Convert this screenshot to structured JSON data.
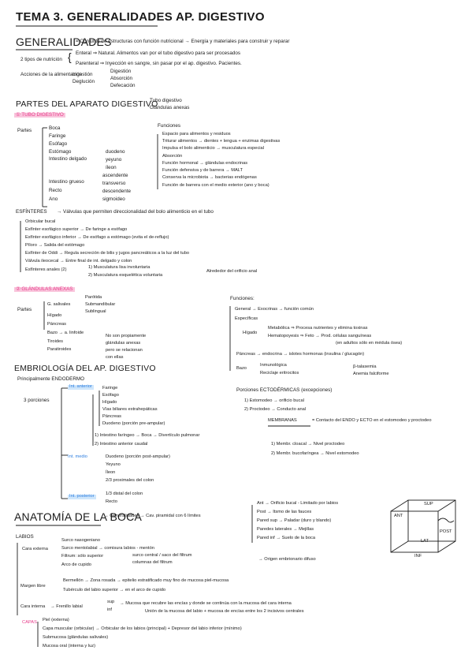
{
  "title": "TEMA 3. GENERALIDADES AP. DIGESTIVO",
  "generalidades": {
    "heading": "GENERALIDADES",
    "def": "= Conjunto de estructuras con función nutricional → Energía y materiales para construir y reparar",
    "tipos_label": "2 tipos de nutrición",
    "enteral": "Enteral ⇒ Natural. Alimentos van por el tubo digestivo para ser procesados",
    "parenteral": "Parenteral ⇒ Inyección en sangre, sin pasar por el ap. digestivo. Pacientes.",
    "acciones_label": "Acciones de la alimentación",
    "ingestion": "Ingestión",
    "deglucion": "Deglución",
    "digestion": "Digestión",
    "absorcion": "Absorción",
    "defecacion": "Defecación"
  },
  "partes": {
    "heading": "PARTES DEL APARATO DIGESTIVO",
    "tubo": "Tubo digestivo",
    "glandulas": "Glándulas anexas"
  },
  "tubo": {
    "heading": "① TUBO DIGESTIVO",
    "partes_label": "Partes",
    "items": [
      "Boca",
      "Faringe",
      "Esófago",
      "Estómago",
      "Intestino delgado",
      "Intestino grueso",
      "Recto",
      "Ano"
    ],
    "delgado": [
      "duodeno",
      "yeyuno",
      "íleon"
    ],
    "grueso": [
      "ascendente",
      "transverso",
      "descendente",
      "sigmoideo"
    ],
    "funciones_label": "Funciones",
    "funciones": [
      "Espacio para alimentos y residuos",
      "Triturar alimentos → dientes + lengua + enzimas digestivas",
      "Impulsa el bolo alimenticio → musculatura especial",
      "Absorción",
      "Función hormonal → glándulas endocrinas",
      "Función defensiva y de barrera → MALT",
      "Conserva la microbiota → bacterias endógenas",
      "Función de barrera con el medio exterior (ano y boca)"
    ]
  },
  "esfinteres": {
    "label": "ESFÍNTERES",
    "def": "→ Válvulas que permiten direccionalidad del bolo alimenticio en el tubo",
    "items": [
      "Orbicular bucal",
      "Esfínter esofágico superior → De faringe a esófago",
      "Esfínter esofágico inferior → De esófago a estómago (evita el de-reflujo)",
      "Píloro → Salida del estómago",
      "Esfínter de Oddi → Regula secreción de bilis y jugos pancreáticos a la luz del tubo",
      "Válvula ileocecal → Entre final de int. delgado y colon",
      "Esfínteres anales (2)"
    ],
    "anales": [
      "1) Musculatura lisa involuntaria",
      "2) Musculatura esquelética voluntaria"
    ],
    "anales_end": "Alrededor del orificio anal"
  },
  "glandulas": {
    "heading": "② GLÁNDULAS ANEXAS",
    "partes_label": "Partes",
    "salivales": "G. salivales",
    "salivales_list": [
      "Parótida",
      "Submandibular",
      "Sublingual"
    ],
    "items": [
      "Hígado",
      "Páncreas",
      "Bazo → a. linfoide",
      "Tiroides",
      "Paratiroides"
    ],
    "nota": [
      "No son propiamente",
      "glándulas anexas",
      "pero se relacionan",
      "con ellas"
    ],
    "funciones_label": "Funciones:",
    "general": "General → Exocrinas → función común",
    "especificas": "Específicas",
    "higado": "Hígado",
    "metabolica": "Metabólica ⇒ Procesa nutrientes y elimina toxinas",
    "hematopoyesis": "Hematopoyesis ⇒ Feto → Prod. células sanguíneas",
    "hematopoyesis2": "(en adultos sólo en médula ósea)",
    "pancreas": "Páncreas → endocrina → islotes hormonas (insulina / glucagón)",
    "bazo": "Bazo",
    "inmunologica": "Inmunológica",
    "reciclaje": "Reciclaje eritrocitos",
    "talasemia": "β-talasemia",
    "anemia": "Anemia falciforme"
  },
  "embrio": {
    "heading": "EMBRIOLOGÍA DEL AP. DIGESTIVO",
    "principal": "Principalmente ENDODERMO",
    "porciones": "3 porciones",
    "ant_label": "Int. anterior",
    "ant": [
      "Faringe",
      "Esófago",
      "Hígado",
      "Vías biliares extrahepáticas",
      "Páncreas",
      "Duodeno (porción pre-ampular)"
    ],
    "ant2": "1) Intestino faríngeo → Boca → Divertículo pulmonar",
    "ant3": "2) Intestino anterior caudal",
    "medio_label": "Int. medio",
    "medio": [
      "Duodeno (porción post-ampular)",
      "Yeyuno",
      "Íleon",
      "2/3 proximales del colon"
    ],
    "post_label": "Int. posterior",
    "post": [
      "1/3 distal del colon",
      "Recto"
    ],
    "ecto_heading": "Porciones ECTODÉRMICAS (excepciones)",
    "ecto": [
      "1) Estomodeo → orificio bucal",
      "2) Proctodeo → Conducto anal"
    ],
    "membranas_label": "MEMBRANAS",
    "membranas": "= Contacto del ENDO y ECTO en el estomodeo y proctodeo",
    "memb": [
      "1) Membr. cloacal → Nivel proctodeo",
      "2) Membr. bucofaríngea → Nivel estomodeo"
    ]
  },
  "boca": {
    "heading": "ANATOMÍA DE LA BOCA",
    "gen": "→ Generalidades → Cav. piramidal con 6 límites",
    "limites": [
      "Ant → Orificio bucal - Limitado por labios",
      "Post → Itsmo de las fauces",
      "Pared sup → Paladar (duro y blando)",
      "Paredes laterales → Mejillas",
      "Pared inf → Suelo de la boca"
    ],
    "cube": {
      "sup": "SUP",
      "ant": "ANT",
      "post": "POST",
      "lat": "LAT",
      "inf": "INF"
    },
    "labios": "LABIOS",
    "cara_ext": "Cara externa",
    "cara_ext_items": [
      "Surco nasogeniano",
      "Surco mentolabial → comisura labios - mentón",
      "Filtrum: sólo superior",
      "Arco de cupido"
    ],
    "filtrum_a": "surco central / saco del filtrum",
    "filtrum_b": "columnas del filtrum",
    "filtrum_end": "→ Origen embrionario difuso",
    "margen_label": "Margen libre",
    "margen": [
      "Bermellón → Zona rosada → epitelio estratificado muy fino de mucosa piel-mucosa",
      "Tubérculo del labio superior → en el arco de cupido"
    ],
    "cara_int": "Cara interna",
    "frenillo": "→ Frenillo labial",
    "sup": "sup",
    "inf": "inf",
    "frenillo_txt": "→ Mucosa que recubre las encías y donde se continúa con la mucosa del cara interna",
    "frenillo_txt2": "Unión de la mucosa del labio + mucosa de encías entre los 2 incisivos centrales",
    "capas_label": "CAPAS",
    "capas": [
      "Piel (externa)",
      "Capa muscular (orbicular) → Orbicular de los labios (principal) + Depresor del labio inferior (mínimo)",
      "Submucosa (glándulas salivales)",
      "Mucosa oral (interna y luz)"
    ]
  }
}
